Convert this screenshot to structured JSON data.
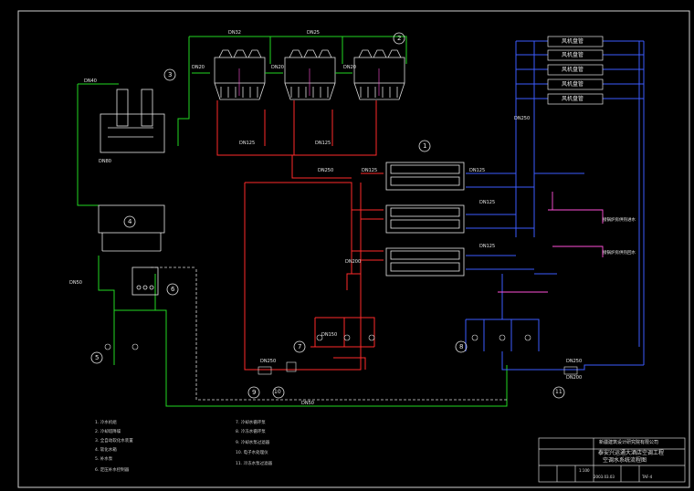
{
  "drawing": {
    "pipe_labels": {
      "dn32": "DN32",
      "dn25": "DN25",
      "dn20": "DN20",
      "dn40": "DN40",
      "dn50": "DN50",
      "dn80": "DN80",
      "dn125": "DN125",
      "dn150": "DN150",
      "dn200": "DN200",
      "dn250": "DN250"
    },
    "callouts": [
      "1",
      "2",
      "3",
      "4",
      "5",
      "6",
      "7",
      "8",
      "9",
      "10",
      "11"
    ],
    "fan_coil_label": "风机盘管",
    "fan_coil_count": 5,
    "side_labels": {
      "boiler_supply": "接锅炉房供热进水",
      "boiler_return": "接锅炉房供热回水"
    }
  },
  "notes": {
    "left": [
      "1. 冷水机组",
      "2. 冷却塔降噪",
      "3. 全自动软化水装置",
      "4. 软化水箱",
      "5. 补水泵",
      "6. 定压补水控制器"
    ],
    "right": [
      "7. 冷却水循环泵",
      "8. 冷冻水循环泵",
      "9. 冷却水泵过滤器",
      "10. 电子水处理仪",
      "11. 冷冻水泵过滤器"
    ]
  },
  "title_block": {
    "company": "新疆建筑设计研究院有限公司",
    "project_line1": "泰安兴运通大酒店空调工程",
    "project_line2": "空调水系统流程图",
    "scale": "1:100",
    "date": "2003.03.03",
    "drawing_no": "TAF-4"
  }
}
